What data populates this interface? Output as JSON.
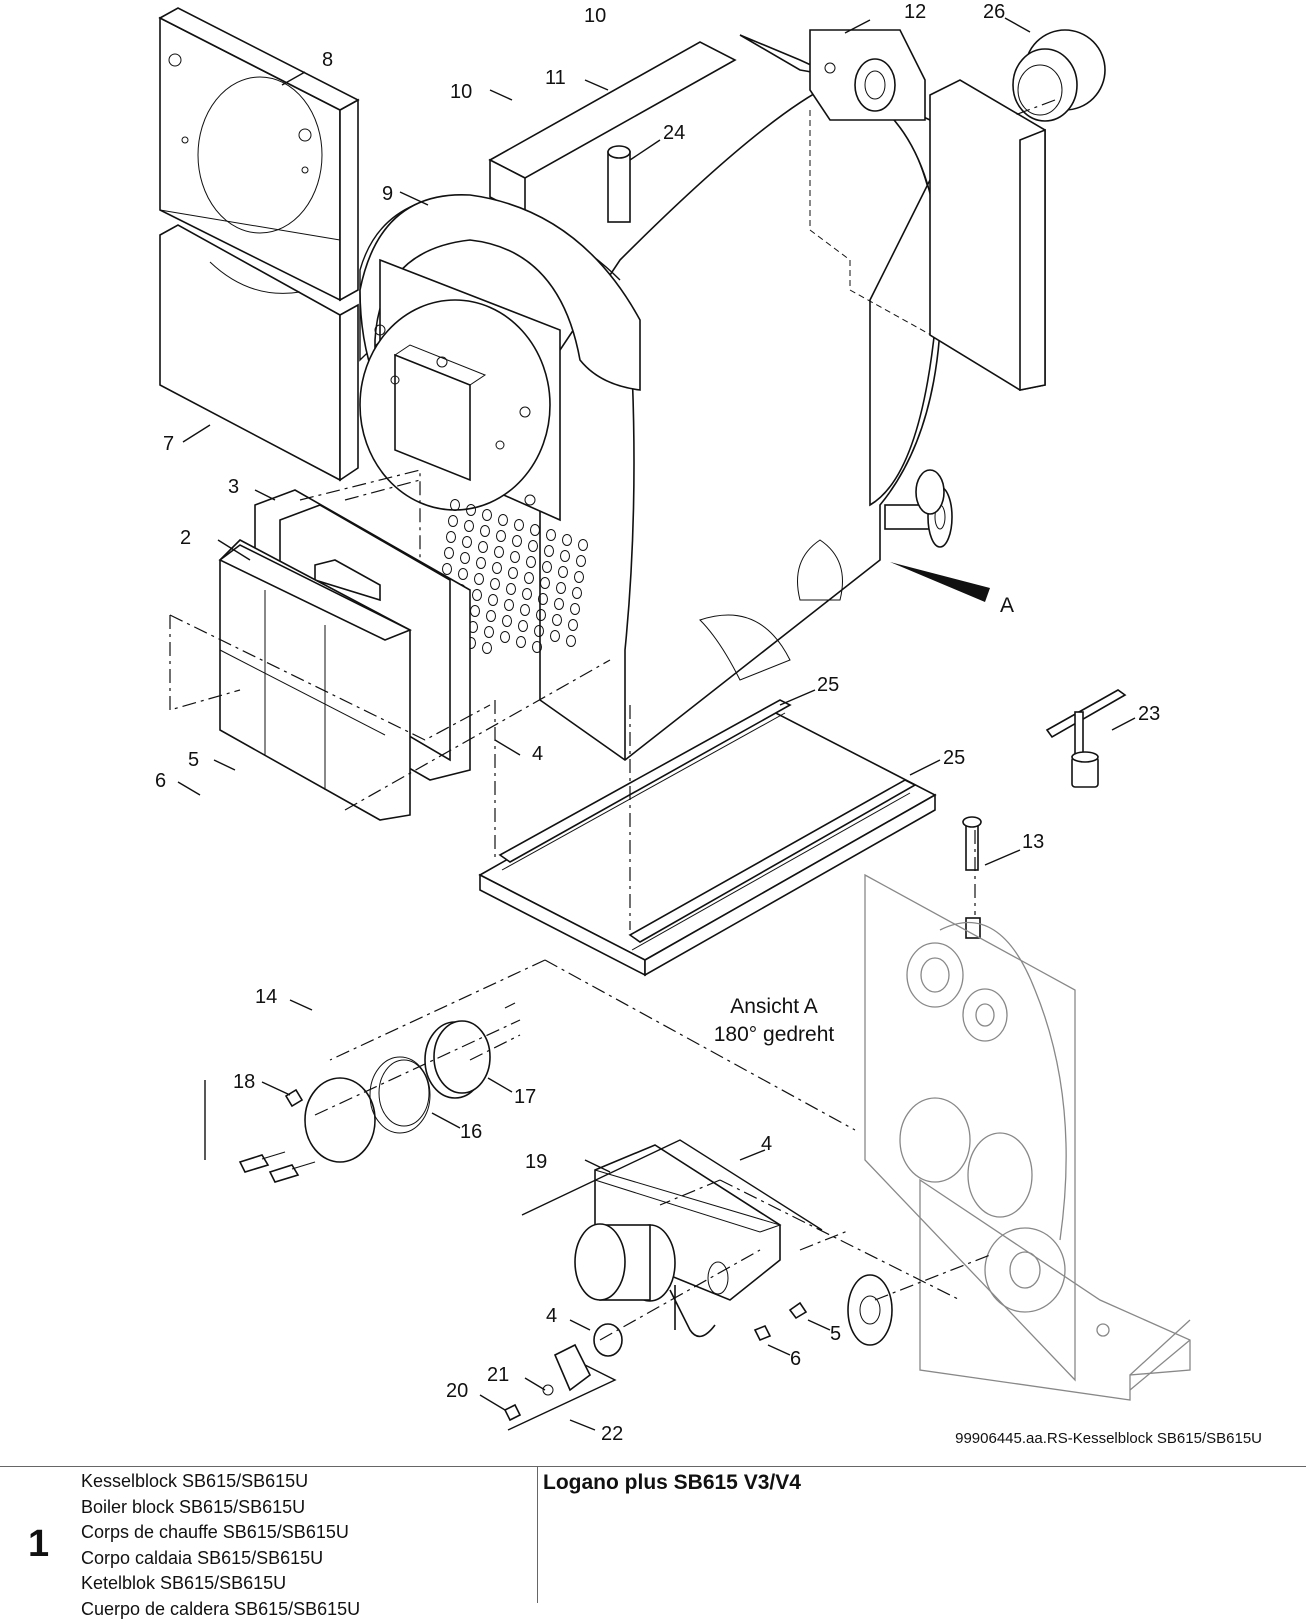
{
  "callouts": {
    "c2": "2",
    "c3": "3",
    "c4a": "4",
    "c4b": "4",
    "c4c": "4",
    "c5a": "5",
    "c5b": "5",
    "c6a": "6",
    "c6b": "6",
    "c7": "7",
    "c8": "8",
    "c9": "9",
    "c10a": "10",
    "c10b": "10",
    "c11": "11",
    "c12": "12",
    "c13": "13",
    "c14": "14",
    "c16": "16",
    "c17": "17",
    "c18": "18",
    "c19": "19",
    "c20": "20",
    "c21": "21",
    "c22": "22",
    "c23": "23",
    "c24": "24",
    "c25a": "25",
    "c25b": "25",
    "c26": "26"
  },
  "view_marker": "A",
  "view_note": [
    "Ansicht A",
    "180° gedreht"
  ],
  "drawing_ref": "99906445.aa.RS-Kesselblock SB615/SB615U",
  "footer": {
    "page_number": "1",
    "descriptions": [
      "Kesselblock SB615/SB615U",
      "Boiler block SB615/SB615U",
      "Corps de chauffe SB615/SB615U",
      "Corpo caldaia SB615/SB615U",
      "Ketelblok SB615/SB615U",
      "Cuerpo de caldera SB615/SB615U"
    ],
    "product_title": "Logano plus SB615 V3/V4"
  }
}
